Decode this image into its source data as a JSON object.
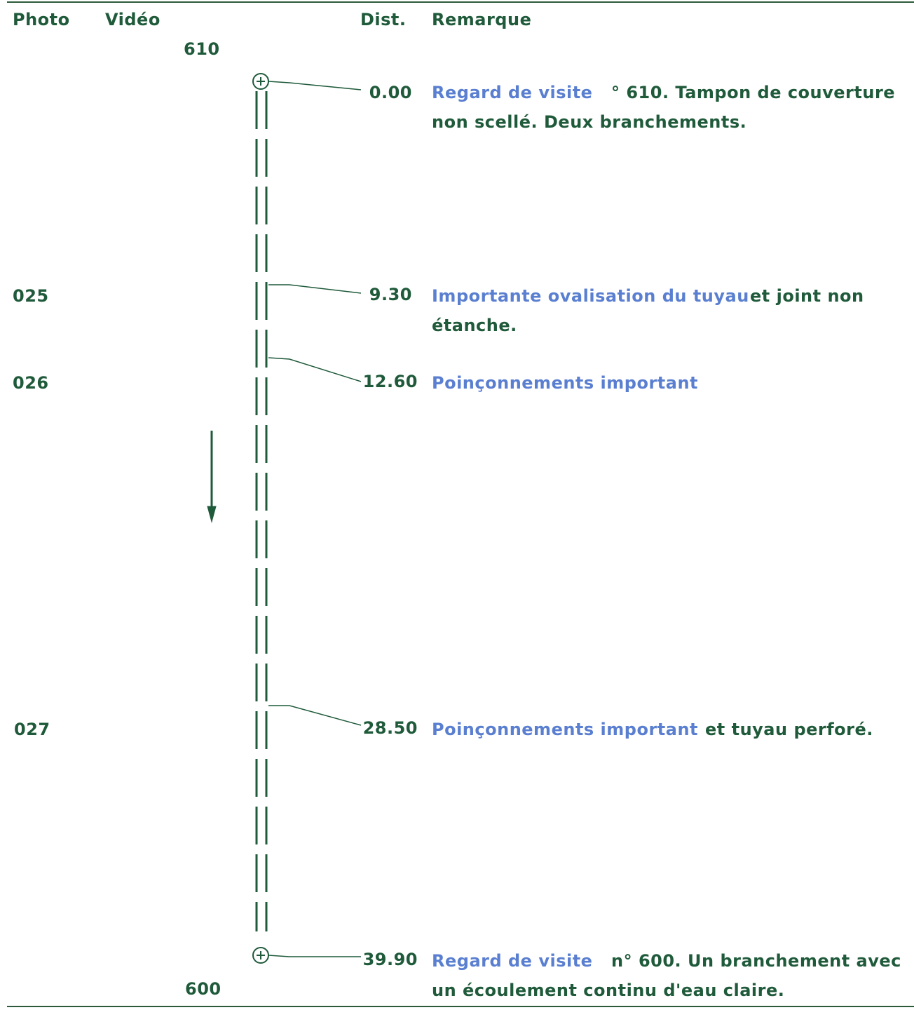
{
  "headers": {
    "photo": "Photo",
    "video": "Vidéo",
    "dist": "Dist.",
    "remark": "Remarque"
  },
  "manholes": {
    "start": "610",
    "end": "600"
  },
  "entries": [
    {
      "photo": "",
      "dist": "0.00",
      "title": "Regard de visite",
      "note": "° 610. Tampon de couverture",
      "note2": "non scellé. Deux branchements."
    },
    {
      "photo": "025",
      "dist": "9.30",
      "title": "Importante ovalisation du tuyau",
      "note": "et joint non",
      "note2": "étanche."
    },
    {
      "photo": "026",
      "dist": "12.60",
      "title": "Poinçonnements important",
      "note": "",
      "note2": ""
    },
    {
      "photo": "027",
      "dist": "28.50",
      "title": "Poinçonnements important",
      "note": "et tuyau perforé.",
      "note2": ""
    },
    {
      "photo": "",
      "dist": "39.90",
      "title": "Regard de visite",
      "note": "n° 600. Un branchement avec",
      "note2": "un écoulement continu d'eau claire."
    }
  ],
  "colors": {
    "green": "#1f5a3a",
    "blue": "#5a7fd0"
  }
}
